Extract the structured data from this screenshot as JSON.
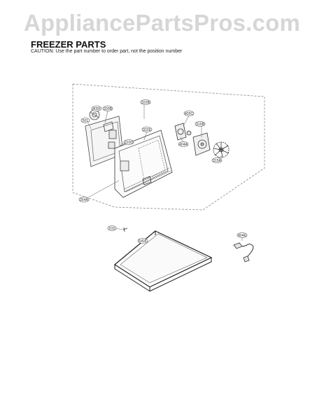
{
  "watermark": "AppliancePartsPros.com",
  "header": {
    "title": "FREEZER PARTS",
    "caution": "CAUTION: Use the part number to order part, not the position number"
  },
  "callouts": {
    "c332b": "332B",
    "c405f": "405F",
    "c330b": "330B",
    "c501": "501",
    "c405c": "405C",
    "c315b": "315B",
    "c332e": "332E",
    "c310d": "310D",
    "c404a": "404A",
    "c315a": "315A",
    "c264a": "264A",
    "c515": "515",
    "c540f": "540F",
    "c404e": "404E"
  }
}
